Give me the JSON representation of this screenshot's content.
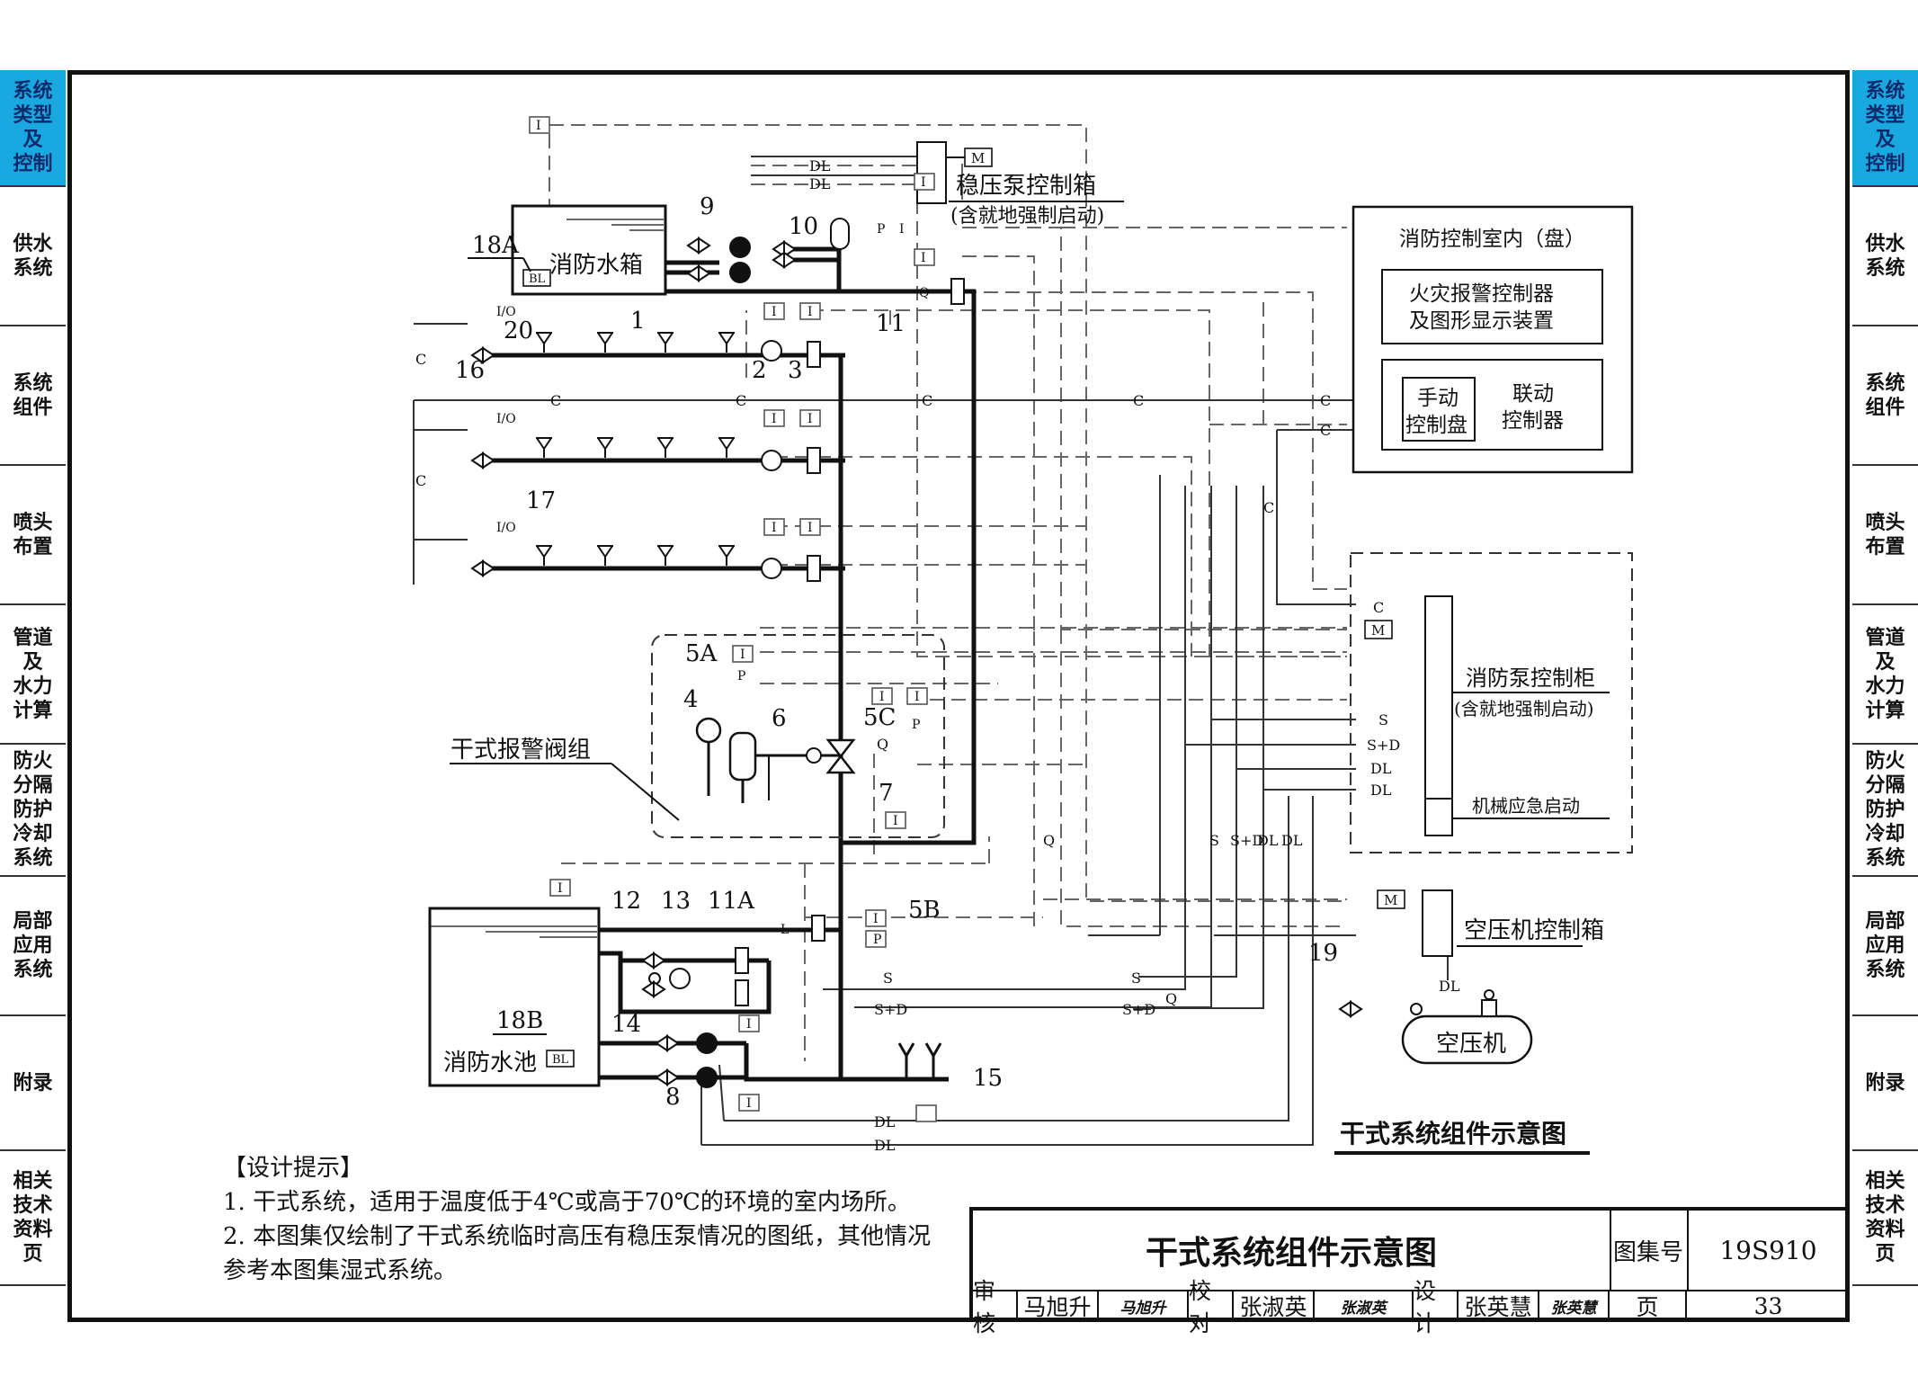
{
  "left_tabs": [
    {
      "label": "系统\n类型\n及\n控制",
      "active": true
    },
    {
      "label": "供水\n系统",
      "active": false
    },
    {
      "label": "系统\n组件",
      "active": false
    },
    {
      "label": "喷头\n布置",
      "active": false
    },
    {
      "label": "管道\n及\n水力\n计算",
      "active": false
    },
    {
      "label": "防火\n分隔\n防护\n冷却\n系统",
      "active": false
    },
    {
      "label": "局部\n应用\n系统",
      "active": false
    },
    {
      "label": "附录",
      "active": false
    },
    {
      "label": "相关\n技术\n资料\n页",
      "active": false
    }
  ],
  "right_tabs": [
    {
      "label": "系统\n类型\n及\n控制",
      "active": true
    },
    {
      "label": "供水\n系统",
      "active": false
    },
    {
      "label": "系统\n组件",
      "active": false
    },
    {
      "label": "喷头\n布置",
      "active": false
    },
    {
      "label": "管道\n及\n水力\n计算",
      "active": false
    },
    {
      "label": "防火\n分隔\n防护\n冷却\n系统",
      "active": false
    },
    {
      "label": "局部\n应用\n系统",
      "active": false
    },
    {
      "label": "附录",
      "active": false
    },
    {
      "label": "相关\n技术\n资料\n页",
      "active": false
    }
  ],
  "diagram": {
    "water_tank": "消防水箱",
    "water_pool": "消防水池",
    "stab_pump_box": "稳压泵控制箱",
    "stab_pump_box_note": "(含就地强制启动)",
    "control_room": "消防控制室内（盘）",
    "fire_alarm_line1": "火灾报警控制器",
    "fire_alarm_line2": "及图形显示装置",
    "manual_line1": "手动",
    "manual_line2": "控制盘",
    "linkage_line1": "联动",
    "linkage_line2": "控制器",
    "pump_cabinet": "消防泵控制柜",
    "pump_cabinet_note": "(含就地强制启动)",
    "mech_start": "机械应急启动",
    "air_comp_box": "空压机控制箱",
    "air_comp": "空压机",
    "valve_group": "干式报警阀组",
    "diagram_caption": "干式系统组件示意图",
    "numbers": {
      "n1": "1",
      "n2": "2",
      "n3": "3",
      "n4": "4",
      "n5a": "5A",
      "n5b": "5B",
      "n5c": "5C",
      "n6": "6",
      "n7": "7",
      "n8": "8",
      "n9": "9",
      "n10": "10",
      "n11": "11",
      "n11a": "11A",
      "n12": "12",
      "n13": "13",
      "n14": "14",
      "n15": "15",
      "n16": "16",
      "n17": "17",
      "n18a": "18A",
      "n18b": "18B",
      "n19": "19",
      "n20": "20"
    },
    "tags": {
      "I": "I",
      "M": "M",
      "P": "P",
      "BL": "BL",
      "IO": "I/O",
      "L": "L",
      "Q": "Q",
      "C": "C",
      "S": "S",
      "SD": "S+D",
      "DL": "DL"
    }
  },
  "notes": {
    "title": "【设计提示】",
    "items": [
      "1. 干式系统，适用于温度低于4℃或高于70℃的环境的室内场所。",
      "2. 本图集仅绘制了干式系统临时高压有稳压泵情况的图纸，其他情况参考本图集湿式系统。"
    ]
  },
  "title_block": {
    "title": "干式系统组件示意图",
    "atlas_label": "图集号",
    "atlas_no": "19S910",
    "page_label": "页",
    "page_no": "33",
    "review_label": "审核",
    "review_name": "马旭升",
    "check_label": "校对",
    "check_name": "张淑英",
    "design_label": "设计",
    "design_name": "张英慧",
    "review_sig": "马旭升",
    "check_sig": "张淑英",
    "design_sig": "张英慧"
  }
}
